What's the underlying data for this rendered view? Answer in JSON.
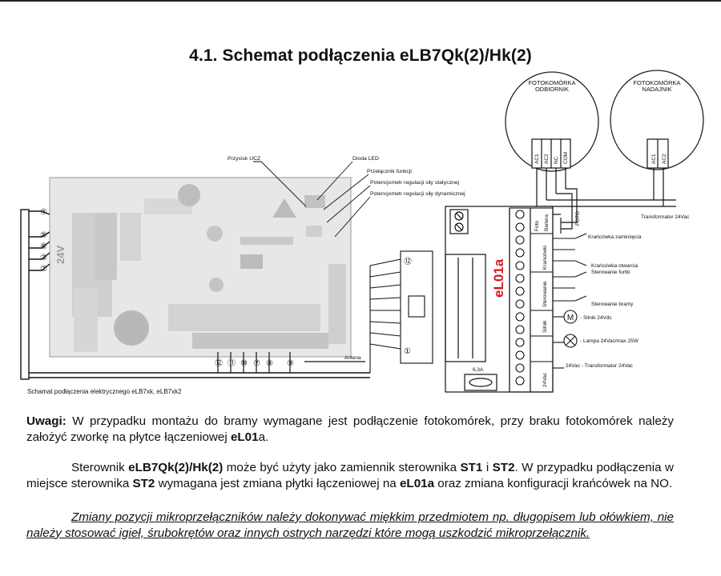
{
  "title": "4.1. Schemat podłączenia eLB7Qk(2)/Hk(2)",
  "diagram": {
    "caption": "Schamat podłączenia elektrycznego eLB7xk, eLB7xk2",
    "photocell_receiver": [
      "FOTOKOMÓRKA",
      "ODBIORNIK"
    ],
    "photocell_transmitter": [
      "FOTOKOMÓRKA",
      "NADAJNIK"
    ],
    "receiver_pins": [
      "AC1",
      "AC2",
      "NC",
      "COM"
    ],
    "transmitter_pins": [
      "AC1",
      "AC2"
    ],
    "board_labels": {
      "ucz": "Przycisk UCZ",
      "led": "Dioda LED",
      "func": "Przełącznik funkcji",
      "pot_static": "Potencjometr regulacji siły statycznej",
      "pot_dynamic": "Potencjometr regulacji siły dynamicznej",
      "antenna": "Antena",
      "voltage": "24V"
    },
    "left_connector_numbers": [
      "④",
      "⑤",
      "⑥",
      "③",
      "②"
    ],
    "bottom_connector_numbers": [
      "⑫",
      "⑪",
      "⑩",
      "⑦",
      "⑧",
      "⑨"
    ],
    "ribbon_numbers": [
      "⑫",
      "①"
    ],
    "module_name": "eL01a",
    "fuse": "6,3A",
    "terminal_groups": [
      "Foto",
      "Bariera",
      "Krańcówki",
      "Sterowanie",
      "Silnik",
      "24Vac"
    ],
    "photo_line": "FOTO",
    "transformer_top": "Transformator 24Vac",
    "right_labels": [
      "Krańcówka zamknięcia",
      "Krańcówka otwarcia",
      "Sterowanie furtki",
      "Sterowanie bramy",
      "- Silnik 24Vdc",
      "- Lampa 24Vac/max 25W",
      "24Vac - Transformator 24Vac"
    ],
    "motor_symbol": "M"
  },
  "notes": {
    "p1": {
      "label": "Uwagi:",
      "t1": " W przypadku montażu do bramy wymagane jest podłączenie fotokomórek, przy braku fotokomórek należy założyć zworkę na płytce łączeniowej ",
      "b1": "eL01",
      "t2": "a."
    },
    "p2": {
      "t1": "Sterownik ",
      "b1": "eLB7Qk(2)/Hk(2)",
      "t2": " może być użyty jako zamiennik sterownika ",
      "b2": "ST1",
      "t3": " i ",
      "b3": "ST2",
      "t4": ". W przypadku podłączenia w miejsce sterownika ",
      "b4": "ST2",
      "t5": " wymagana jest zmiana płytki łączeniowej na ",
      "b5": "eL01a",
      "t6": " oraz zmiana konfiguracji krańcówek na NO."
    },
    "p3": "Zmiany pozycji mikroprzełączników należy dokonywać miękkim przedmiotem np. długopisem lub ołówkiem, nie należy stosować igieł, śrubokrętów oraz innych ostrych narzędzi które mogą uszkodzić mikroprzełącznik."
  },
  "colors": {
    "module_red": "#d8161b",
    "ink": "#111111",
    "board_gray": "#dcdcdc"
  }
}
